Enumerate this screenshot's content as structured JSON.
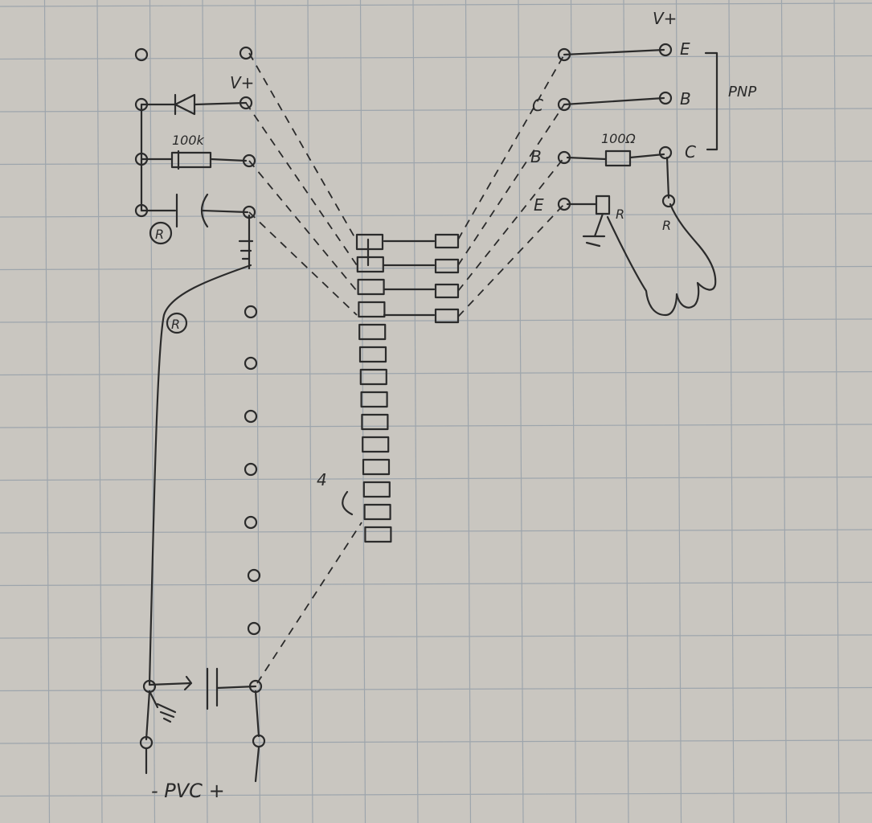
{
  "paper": {
    "background": "#c9c6c0",
    "grid_color": "#8f9aa6",
    "ink_color": "#2b2b2b"
  },
  "labels": {
    "vplus_left": "V+",
    "r_100k": "100k",
    "pot_r_top": "R",
    "pot_r_wire": "R",
    "pvc": "- PVC +",
    "vplus_right": "V+",
    "e_top": "E",
    "b_mid": "B",
    "c_right": "C",
    "pnp": "PNP",
    "c_left": "C",
    "b_left": "B",
    "e_left": "E",
    "r_100ohm": "100Ω",
    "r_small_1": "R",
    "r_small_2": "R",
    "connector_note": "4"
  }
}
